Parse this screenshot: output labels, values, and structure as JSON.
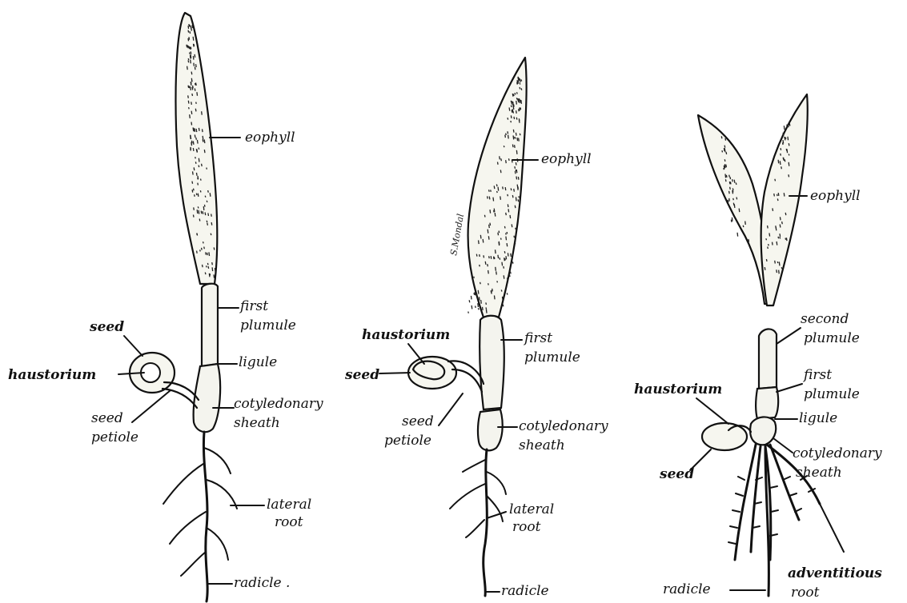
{
  "diagram": {
    "panel1": {
      "eophyll": "eophyll",
      "first_plumule_1": "first",
      "first_plumule_2": "plumule",
      "seed": "seed",
      "haustorium": "haustorium",
      "ligule": "ligule",
      "seed_petiole_1": "seed",
      "seed_petiole_2": "petiole",
      "cotyledonary_sheath_1": "cotyledonary",
      "cotyledonary_sheath_2": "sheath",
      "lateral_root_1": "lateral",
      "lateral_root_2": "root",
      "radicle": "radicle ."
    },
    "panel2": {
      "eophyll": "eophyll",
      "signature": "S.Mondal",
      "haustorium": "haustorium",
      "seed": "seed",
      "first_plumule_1": "first",
      "first_plumule_2": "plumule",
      "seed_petiole_1": "seed",
      "seed_petiole_2": "petiole",
      "cotyledonary_sheath_1": "cotyledonary",
      "cotyledonary_sheath_2": "sheath",
      "lateral_root_1": "lateral",
      "lateral_root_2": "root",
      "radicle": "radicle"
    },
    "panel3": {
      "eophyll": "eophyll",
      "second_plumule_1": "second",
      "second_plumule_2": "plumule",
      "haustorium": "haustorium",
      "first_plumule_1": "first",
      "first_plumule_2": "plumule",
      "ligule": "ligule",
      "seed": "seed",
      "cotyledonary_sheath_1": "cotyledonary",
      "cotyledonary_sheath_2": "sheath",
      "adventitious_root_1": "adventitious",
      "adventitious_root_2": "root",
      "radicle": "radicle"
    }
  }
}
